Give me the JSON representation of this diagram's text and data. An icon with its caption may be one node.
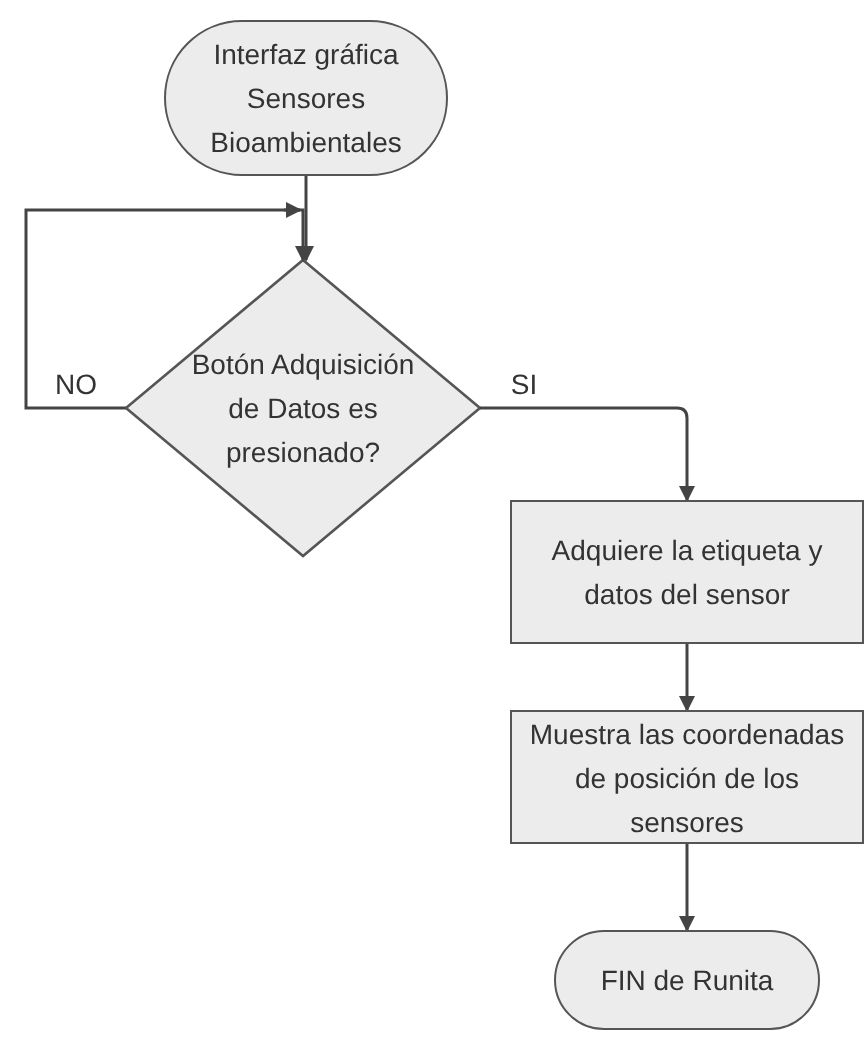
{
  "diagram": {
    "nodes": [
      {
        "text": [
          "Interfaz gráfica Sensores Bioambientales"
        ]
      },
      {
        "text": [
          "Botón Adquisición de Datos es presionado?"
        ]
      },
      {
        "text": [
          "Adquiere la etiqueta y datos del sensor"
        ]
      },
      {
        "text": [
          "Muestra las coordenadas de posición de los sensores"
        ]
      },
      {
        "text": [
          "FIN de Runita"
        ]
      }
    ],
    "edges": [
      {
        "from": 0,
        "to": 1,
        "arrow": "to"
      },
      {
        "from": 1,
        "to": 1,
        "arrow": "to",
        "label": "NO"
      },
      {
        "from": 1,
        "to": 2,
        "arrow": "to",
        "label": "SI"
      },
      {
        "from": 2,
        "to": 3,
        "arrow": "to"
      },
      {
        "from": 3,
        "to": 4,
        "arrow": "to"
      }
    ]
  }
}
